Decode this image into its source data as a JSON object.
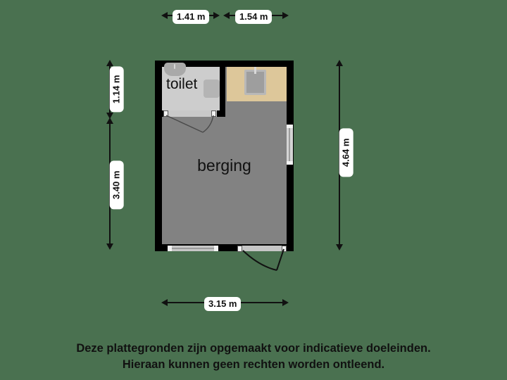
{
  "page": {
    "background_color": "#4a7150",
    "title": "Plattegrond berging"
  },
  "floorplan": {
    "wall_color": "#000000",
    "floor_color": "#828282",
    "toilet_floor_color": "#cdcdcd",
    "counter_color": "#ddc79a",
    "rooms": [
      {
        "key": "toilet",
        "label": "toilet"
      },
      {
        "key": "berging",
        "label": "berging"
      }
    ],
    "fixtures": [
      {
        "key": "washbasin",
        "name": "sink-fixture"
      },
      {
        "key": "wc",
        "name": "toilet-fixture"
      },
      {
        "key": "counter_sink",
        "name": "counter-sink-fixture"
      }
    ],
    "openings": [
      {
        "key": "toilet_door",
        "name": "toilet-door"
      },
      {
        "key": "right_window",
        "name": "right-wall-window"
      },
      {
        "key": "bottom_window",
        "name": "bottom-wall-window"
      },
      {
        "key": "bottom_door",
        "name": "entrance-door"
      }
    ]
  },
  "dimensions": {
    "top_left": "1.41 m",
    "top_right": "1.54 m",
    "left_upper": "1.14 m",
    "left_lower": "3.40 m",
    "right_full": "4.64 m",
    "bottom_full": "3.15 m"
  },
  "disclaimer": {
    "line1": "Deze plattegronden zijn opgemaakt voor indicatieve doeleinden.",
    "line2": "Hieraan kunnen geen rechten worden ontleend."
  }
}
